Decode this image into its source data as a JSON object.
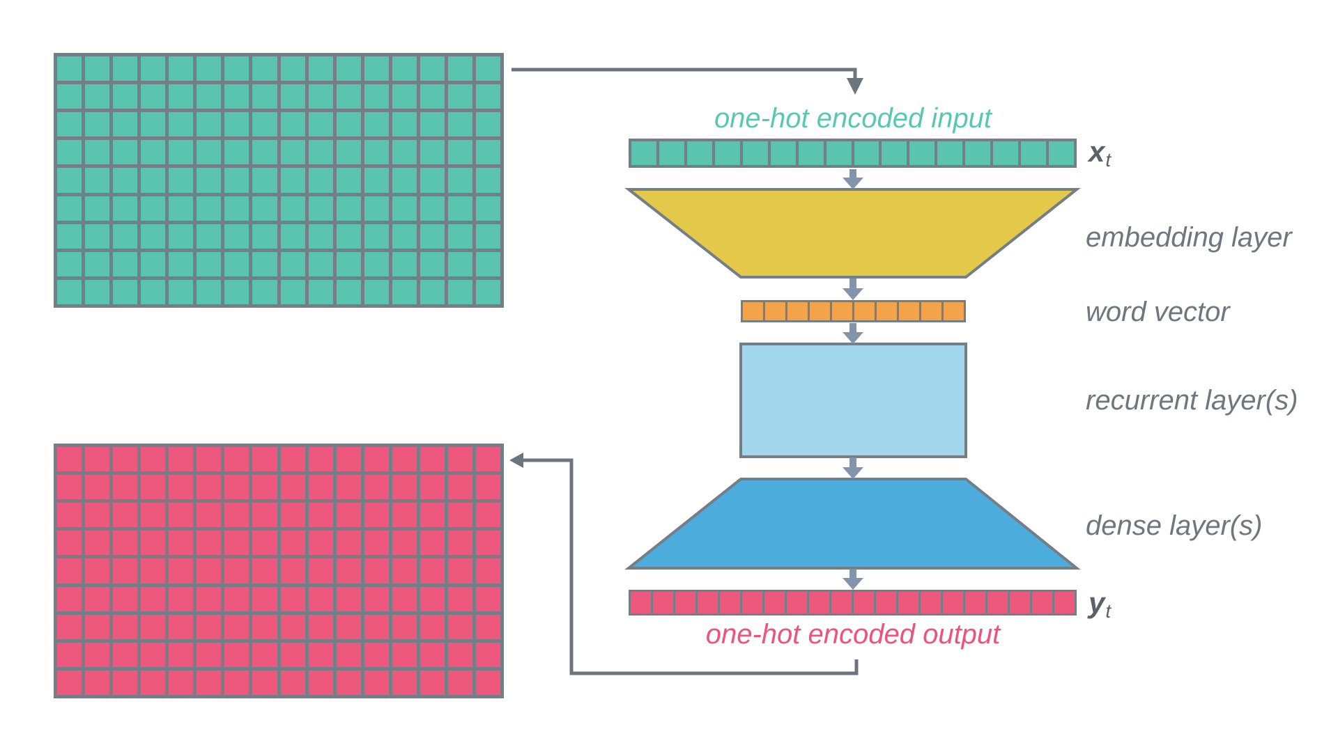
{
  "colors": {
    "teal": "#5AC4AF",
    "teal_text": "#58C8B2",
    "pink": "#ED587C",
    "pink_text": "#EF537D",
    "yellow": "#E3C84A",
    "orange": "#F2A34C",
    "light_blue": "#A2D6EC",
    "blue": "#4CACDC",
    "grid_stroke": "#747E87",
    "connector": "#6C757E",
    "flow_arrow": "#8294AB",
    "label_text": "#6E777E",
    "var_text": "#5B6269",
    "background": "#FFFFFF"
  },
  "left_panel": {
    "input_matrix": {
      "name": "one-hot encoded input matrix",
      "rows": 9,
      "cols": 16
    },
    "output_matrix": {
      "name": "one-hot encoded output matrix",
      "rows": 9,
      "cols": 16
    }
  },
  "flow": {
    "input_caption": "one-hot encoded input",
    "input_vector": {
      "cells": 16,
      "label_main": "x",
      "label_sub": "t"
    },
    "embedding_label": "embedding layer",
    "word_vector": {
      "cells": 10,
      "label": "word vector"
    },
    "recurrent_label": "recurrent layer(s)",
    "dense_label": "dense layer(s)",
    "output_vector": {
      "cells": 20,
      "label_main": "y",
      "label_sub": "t"
    },
    "output_caption": "one-hot encoded output"
  }
}
